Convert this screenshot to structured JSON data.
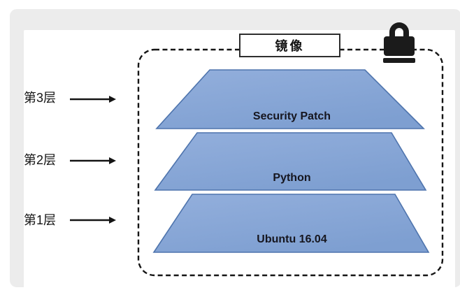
{
  "diagram": {
    "image_box_label": "镜像",
    "layers": [
      {
        "side_label": "第3层",
        "name": "Security Patch"
      },
      {
        "side_label": "第2层",
        "name": "Python"
      },
      {
        "side_label": "第1层",
        "name": "Ubuntu 16.04"
      }
    ],
    "icons": {
      "lock": "padlock"
    },
    "colors": {
      "layer_fill_light": "#93afdc",
      "layer_fill": "#7e9fd1",
      "layer_stroke": "#4e74ad",
      "card_background": "#ececec",
      "panel_background": "#ffffff",
      "ink": "#1a1a1a"
    }
  }
}
